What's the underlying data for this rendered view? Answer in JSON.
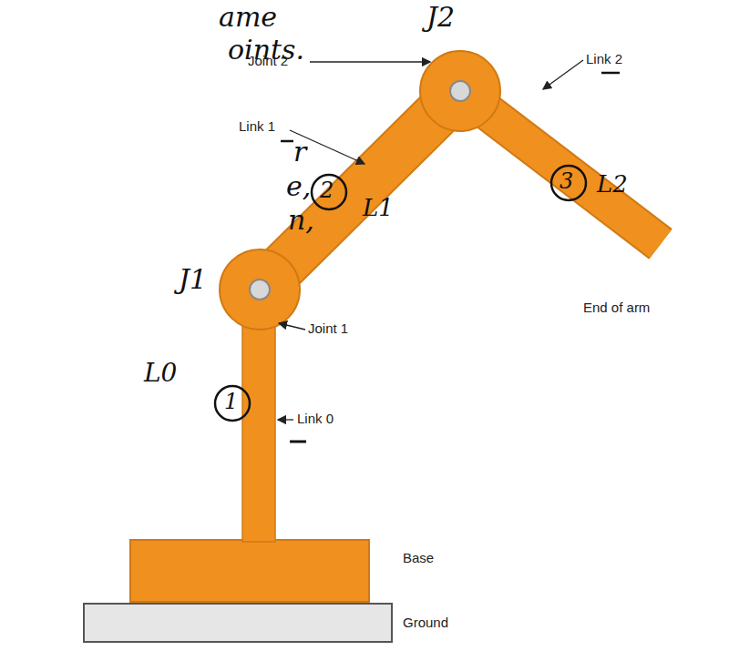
{
  "diagram": {
    "labels": [
      "ame",
      "oints.",
      "J2",
      "Joint 2",
      "Link 1",
      "Link 2",
      "2",
      "r",
      "e,",
      "3",
      "L2",
      "J1",
      "L1",
      "n,",
      "Joint 1",
      "End of arm",
      "L0",
      "1",
      "Link 0",
      "Base",
      "Ground"
    ]
  }
}
